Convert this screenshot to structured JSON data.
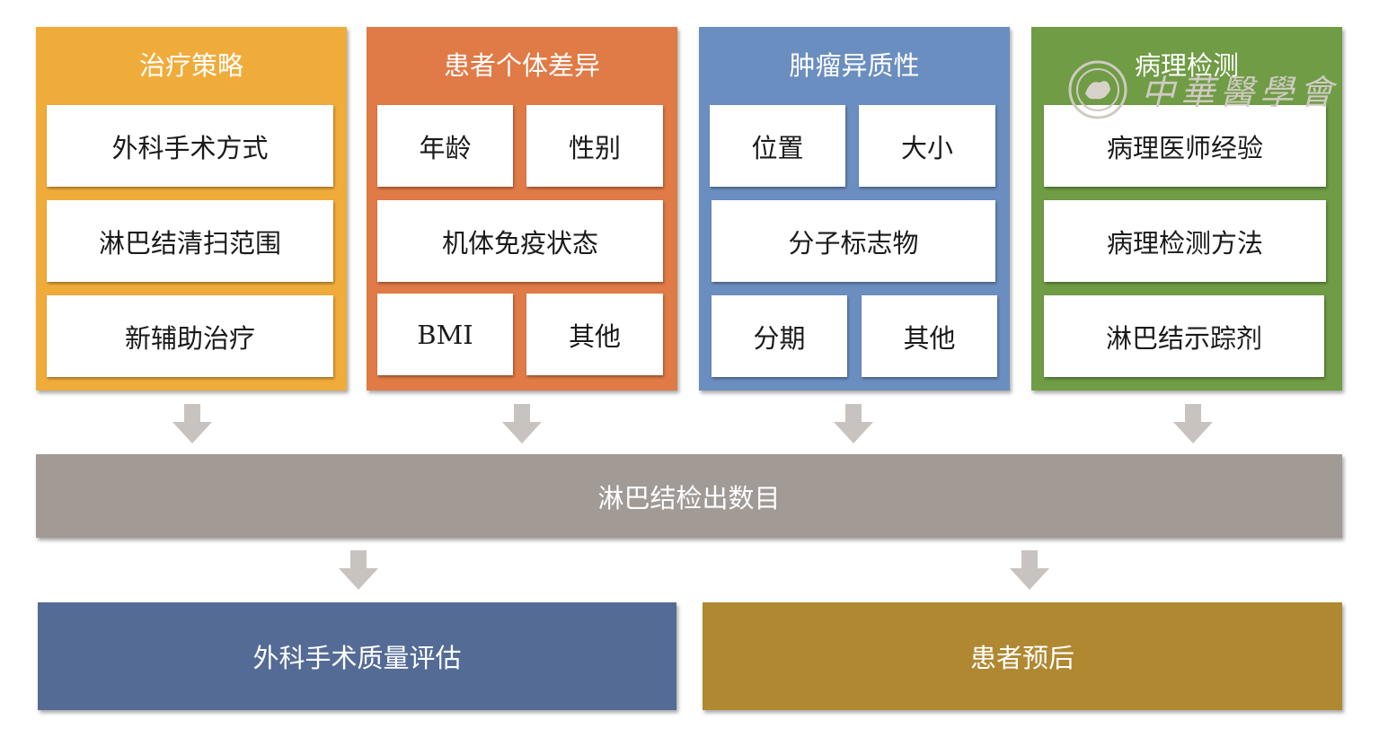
{
  "colors": {
    "strategy": "#f0ac3a",
    "individual": "#e07a46",
    "tumor": "#6b8ec0",
    "pathology": "#6f9c44",
    "lymph_bar": "#a19a95",
    "quality_bar": "#546b96",
    "prognosis_bar": "#b08832",
    "arrow": "#c8c3be"
  },
  "panels": [
    {
      "title": "治疗策略",
      "cells": [
        "外科手术方式",
        "淋巴结清扫范围",
        "新辅助治疗"
      ]
    },
    {
      "title": "患者个体差异",
      "cells": [
        "年龄",
        "性别",
        "机体免疫状态",
        "BMI",
        "其他"
      ]
    },
    {
      "title": "肿瘤异质性",
      "cells": [
        "位置",
        "大小",
        "分子标志物",
        "分期",
        "其他"
      ]
    },
    {
      "title": "病理检测",
      "cells": [
        "病理医师经验",
        "病理检测方法",
        "淋巴结示踪剂"
      ]
    }
  ],
  "center_bar": "淋巴结检出数目",
  "bottom_left": "外科手术质量评估",
  "bottom_right": "患者预后",
  "watermark": "中華醫學會"
}
